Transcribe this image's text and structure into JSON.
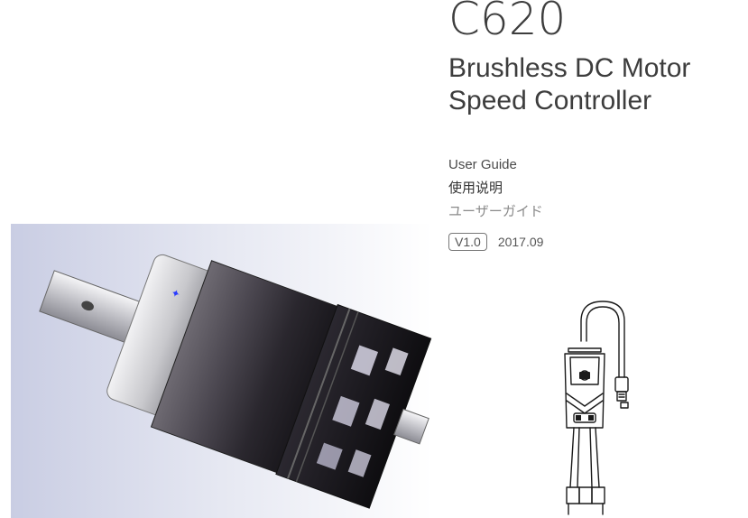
{
  "cover": {
    "model": "C620",
    "subtitle_line1": "Brushless DC Motor",
    "subtitle_line2": "Speed Controller"
  },
  "guide_titles": {
    "english": "User Guide",
    "chinese": "使用说明",
    "japanese": "ユーザーガイド"
  },
  "version": {
    "label": "V1.0",
    "date": "2017.09"
  },
  "images": {
    "motor": "brushless-dc-motor-render",
    "controller": "c620-speed-controller-line-drawing"
  },
  "colors": {
    "title_text": "#3d3d3d",
    "japanese_text": "#8a8a8a",
    "motor_body": "#3a3640"
  }
}
